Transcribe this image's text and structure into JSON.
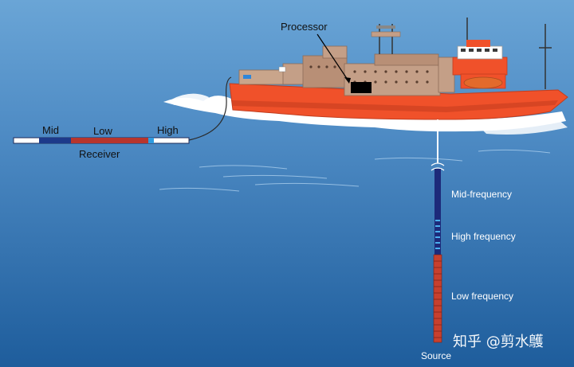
{
  "labels": {
    "processor": "Processor",
    "receiver": "Receiver",
    "mid": "Mid",
    "low": "Low",
    "high": "High",
    "mid_frequency": "Mid-frequency",
    "high_frequency": "High frequency",
    "low_frequency": "Low frequency",
    "source": "Source"
  },
  "watermark": "知乎 @剪水鸌",
  "colors": {
    "sea_top": "#5f9bcf",
    "sea_bottom": "#1d5f9e",
    "hull": "#f0512a",
    "superstructure": "#c49f87",
    "receiver_mid": "#1d3a8a",
    "receiver_low": "#b7352d",
    "receiver_high": "#ffffff",
    "source_array": "#1d2a7a",
    "source_low": "#c8402e",
    "cable": "#2a2a2a"
  }
}
